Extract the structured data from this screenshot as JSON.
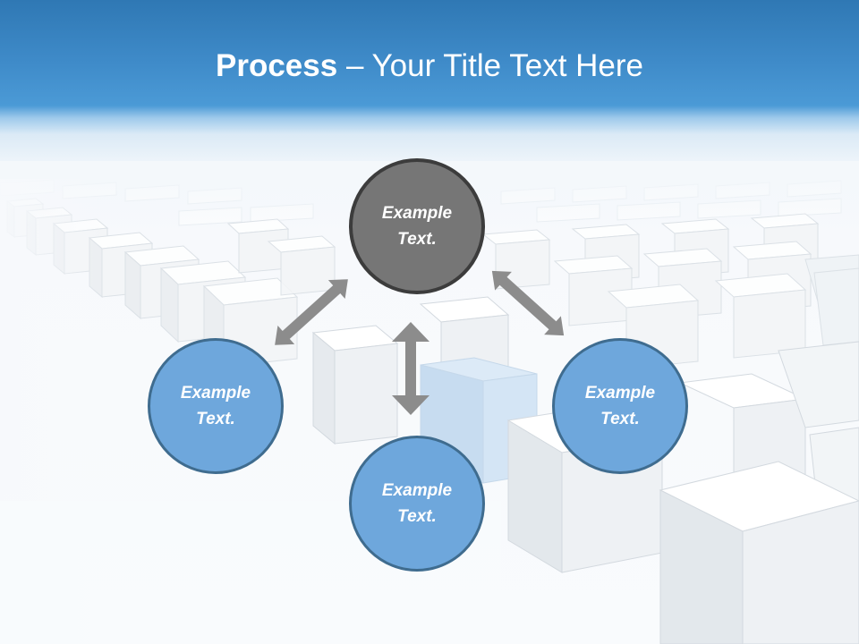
{
  "slide": {
    "title_bold": "Process",
    "title_rest": " – Your Title Text Here",
    "nodes": {
      "top": {
        "label": "Example Text."
      },
      "left": {
        "label": "Example Text."
      },
      "bottom": {
        "label": "Example Text."
      },
      "right": {
        "label": "Example Text."
      }
    }
  },
  "colors": {
    "header_blue": "#3f8bc9",
    "node_blue": "#6ea7dc",
    "node_gray": "#767676",
    "arrow_gray": "#8c8c8c",
    "highlight_cube": "#cfe2f4"
  },
  "icons": [
    "double-arrow-icon"
  ]
}
